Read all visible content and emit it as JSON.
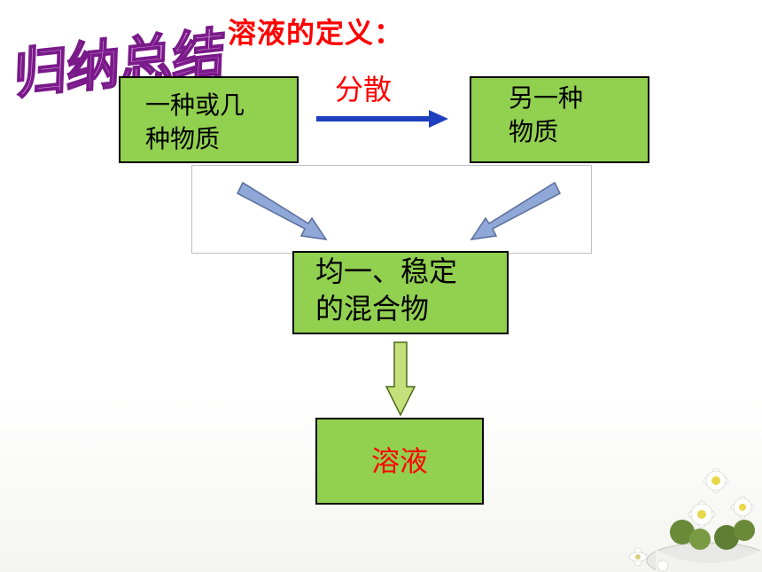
{
  "heading": "归纳总结",
  "title": "溶液的定义：",
  "arrow_label": "分散",
  "boxes": {
    "source": {
      "line1": "一种或几",
      "line2": "种物质"
    },
    "target": {
      "line1": "另一种",
      "line2": "物质"
    },
    "mixture": {
      "line1": "均一、稳定",
      "line2": "的混合物"
    },
    "result": "溶液"
  },
  "colors": {
    "box_fill": "#92d050",
    "red_text": "#ff0000",
    "heading_fill": "#e8a8e8",
    "heading_stroke": "#7a1a8a",
    "arrow_blue": "#1f3fbf",
    "diag_arrow": "#8fa8d8"
  },
  "icons": {
    "decoration": "flower-pot-icon"
  }
}
